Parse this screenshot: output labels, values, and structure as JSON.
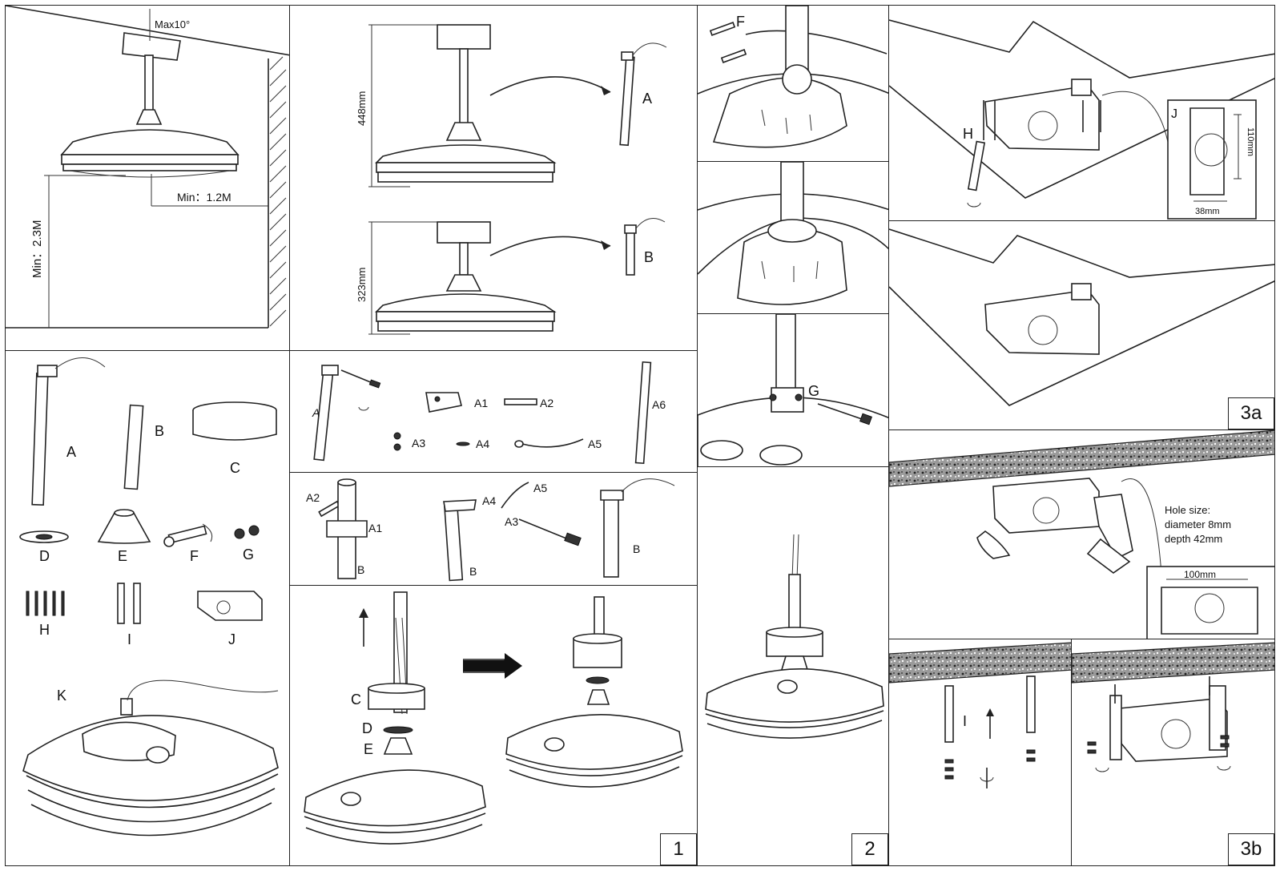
{
  "panel1": {
    "max_angle": "Max10°",
    "min_wall": "Min：1.2M",
    "min_floor": "Min：2.3M"
  },
  "panel2": {
    "height_long": "448mm",
    "height_short": "323mm",
    "rod_long": "A",
    "rod_short": "B"
  },
  "parts": {
    "a": "A",
    "b": "B",
    "c": "C",
    "d": "D",
    "e": "E",
    "f": "F",
    "g": "G",
    "h": "H",
    "i": "I",
    "j": "J",
    "k": "K"
  },
  "rodparts": {
    "a": "A",
    "a1": "A1",
    "a2": "A2",
    "a3": "A3",
    "a4": "A4",
    "a5": "A5",
    "a6": "A6"
  },
  "rodassembly": {
    "a2": "A2",
    "a1": "A1",
    "b1": "B",
    "a4": "A4",
    "a5": "A5",
    "a3": "A3",
    "b2": "B",
    "b3": "B"
  },
  "step1": {
    "c": "C",
    "d": "D",
    "e": "E",
    "num": "1"
  },
  "step2": {
    "f": "F",
    "g": "G",
    "num": "2"
  },
  "step3a": {
    "h": "H",
    "j": "J",
    "dim_height": "110mm",
    "dim_width": "38mm",
    "num": "3a"
  },
  "drill": {
    "hole_line1": "Hole size:",
    "hole_line2": "diameter 8mm",
    "hole_line3": "depth 42mm",
    "dim": "100mm"
  },
  "step3b": {
    "i": "I",
    "num": "3b"
  }
}
